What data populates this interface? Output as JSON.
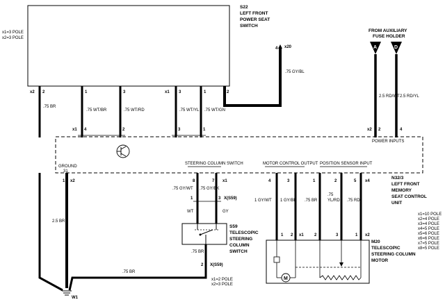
{
  "s22": {
    "id": "S22",
    "name_line1": "LEFT FRONT",
    "name_line2": "POWER SEAT",
    "name_line3": "SWITCH",
    "pole_line1": "x1=3 POLE",
    "pole_line2": "x2=3 POLE"
  },
  "x20": {
    "conn": "x20",
    "pin": "4",
    "wire": ".75 GY/BL"
  },
  "fuse": {
    "line1": "FROM AUXILIARY",
    "line2": "FUSE HOLDER",
    "a": "A",
    "d": "D"
  },
  "upper_wires": [
    {
      "conn_top": "x2",
      "pin_top": "2",
      "wire": ".75 BR",
      "conn_bot": "",
      "pin_bot": ""
    },
    {
      "conn_top": "",
      "pin_top": "1",
      "wire": ".75 WT/BR",
      "conn_bot": "x1",
      "pin_bot": "4"
    },
    {
      "conn_top": "",
      "pin_top": "3",
      "wire": ".75 WT/RD",
      "conn_bot": "",
      "pin_bot": "2"
    },
    {
      "conn_top": "x1",
      "pin_top": "3",
      "wire": ".75 WT/YL",
      "conn_bot": "",
      "pin_bot": "3"
    },
    {
      "conn_top": "",
      "pin_top": "1",
      "wire": ".75 WT/GN",
      "conn_bot": "",
      "pin_bot": "1"
    },
    {
      "conn_top": "",
      "pin_top": "2",
      "wire": "",
      "conn_bot": "",
      "pin_bot": ""
    }
  ],
  "fuse_wires": [
    {
      "wire": "2.5 RD/WT",
      "conn": "x2",
      "pin": "2"
    },
    {
      "wire": "2.5 RD/YL",
      "conn": "",
      "pin": "4"
    }
  ],
  "module": {
    "power_inputs": "POWER INPUTS",
    "ground_line1": "GROUND",
    "ground_line2": "31",
    "steering_switch": "STEERING COLUMN SWITCH",
    "motor_output": "MOTOR CONTROL OUTPUT",
    "position_input": "POSITION SENSOR INPUT",
    "id": "N32/3",
    "name_line1": "LEFT FRONT",
    "name_line2": "MEMORY",
    "name_line3": "SEAT CONTROL",
    "name_line4": "UNIT"
  },
  "ground": {
    "pin": "1",
    "conn": "x2",
    "wire": "2.5 BR",
    "w1": "W1",
    "wire_bottom": ".75 BR"
  },
  "steer_wires": [
    {
      "pin": "8",
      "wire": ".75 GY/WT",
      "pin_bot": "1",
      "color": "WT"
    },
    {
      "pin": "7",
      "wire": ".75 GY/BK",
      "pin_bot": "3",
      "color": "GY",
      "conn": "x1",
      "conn_bot": "X(S59)"
    }
  ],
  "s59": {
    "id": "S59",
    "name_line1": "TELESCOPIC",
    "name_line2": "STEERING",
    "name_line3": "COLUMN",
    "name_line4": "SWITCH",
    "br_wire": ".75 BR",
    "pin2": "2",
    "conn2": "X(S59)",
    "pole_line1": "x1=2 POLE",
    "pole_line2": "x2=3 POLE"
  },
  "motor_wires": [
    {
      "pin": "4",
      "wire": "1 GY/WT",
      "pin_bot": "1",
      "conn": ""
    },
    {
      "pin": "3",
      "wire": "1 GY/BK",
      "pin_bot": "2",
      "conn": "x1"
    }
  ],
  "sensor_wires": [
    {
      "pin": "1",
      "wire": ".75 BR",
      "pin_bot": "2"
    },
    {
      "pin": "2",
      "wire": ".75",
      "wire2": "YL/RD",
      "pin_bot": "3"
    },
    {
      "pin": "5",
      "wire": ".75 RD",
      "pin_bot": "1",
      "conn": "x4",
      "conn_bot": "x2"
    }
  ],
  "m20": {
    "id": "M20",
    "name_line1": "TELESCOPIC",
    "name_line2": "STEERING COLUMN",
    "name_line3": "MOTOR",
    "m": "M"
  },
  "pole_list": [
    "x1=10 POLE",
    "x2=4 POLE",
    "x3=4 POLE",
    "x4=5 POLE",
    "x5=6 POLE",
    "x6=6 POLE",
    "x7=5 POLE",
    "x8=5 POLE"
  ]
}
